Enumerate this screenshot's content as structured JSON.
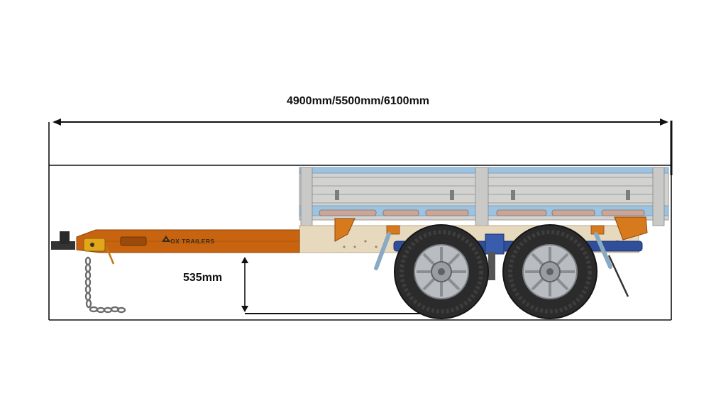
{
  "dimensions": {
    "overall_length": "4900mm/5500mm/6100mm",
    "deck_height": "535mm"
  },
  "branding": {
    "logo_text": "OX TRAILERS"
  },
  "colors": {
    "drawbar": "#c8640f",
    "drawbar_dark": "#8f4308",
    "chassis_beige": "#e6d9bd",
    "side_panel": "#d2d2d0",
    "side_rail_blue": "#9cc3e0",
    "axle_blue": "#2f4f9a",
    "tyre": "#2b2b2b",
    "rim": "#b9bcc0",
    "line": "#111111"
  },
  "icons": [
    "ox-logo-icon",
    "tow-hitch-icon",
    "safety-chain-icon",
    "jockey-wheel-icon"
  ]
}
